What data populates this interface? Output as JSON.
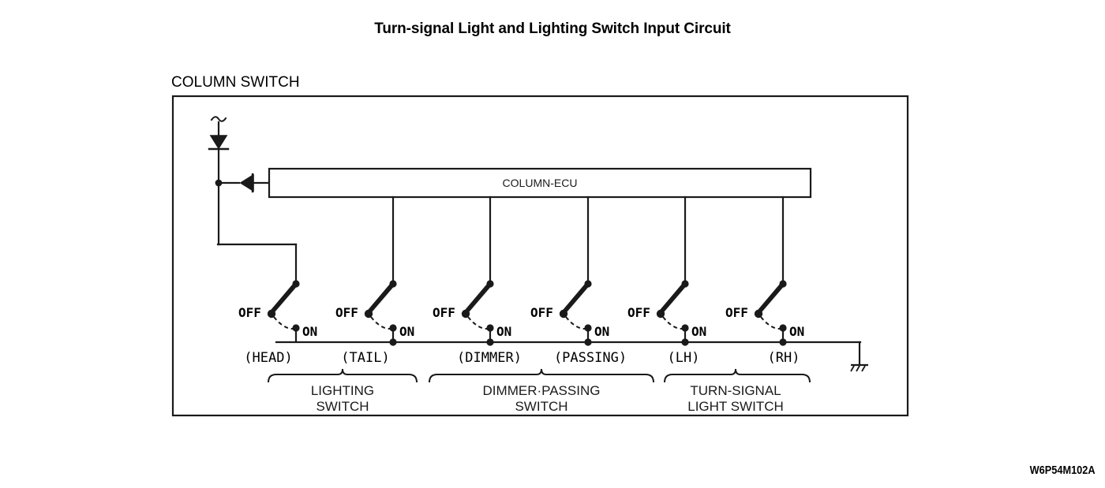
{
  "page": {
    "title": "Turn-signal Light and Lighting Switch Input Circuit",
    "reference_code": "W6P54M102A"
  },
  "enclosure": {
    "label": "COLUMN SWITCH"
  },
  "ecu": {
    "label": "COLUMN-ECU"
  },
  "symbols": {
    "supply_break": "wire-break-tilde",
    "diode_vertical": "diode-down",
    "diode_horizontal": "diode-left",
    "ground": "chassis-ground"
  },
  "switches": [
    {
      "id": "head",
      "name": "(HEAD)",
      "off_label": "OFF",
      "on_label": "ON"
    },
    {
      "id": "tail",
      "name": "(TAIL)",
      "off_label": "OFF",
      "on_label": "ON"
    },
    {
      "id": "dimmer",
      "name": "(DIMMER)",
      "off_label": "OFF",
      "on_label": "ON"
    },
    {
      "id": "passing",
      "name": "(PASSING)",
      "off_label": "OFF",
      "on_label": "ON"
    },
    {
      "id": "lh",
      "name": "(LH)",
      "off_label": "OFF",
      "on_label": "ON"
    },
    {
      "id": "rh",
      "name": "(RH)",
      "off_label": "OFF",
      "on_label": "ON"
    }
  ],
  "groups": [
    {
      "id": "lighting",
      "line1": "LIGHTING",
      "line2": "SWITCH"
    },
    {
      "id": "dimmer-passing",
      "line1": "DIMMER·PASSING",
      "line2": "SWITCH"
    },
    {
      "id": "turn-signal",
      "line1": "TURN-SIGNAL",
      "line2": "LIGHT SWITCH"
    }
  ],
  "colors": {
    "line": "#1a1a1a",
    "background": "#ffffff"
  }
}
